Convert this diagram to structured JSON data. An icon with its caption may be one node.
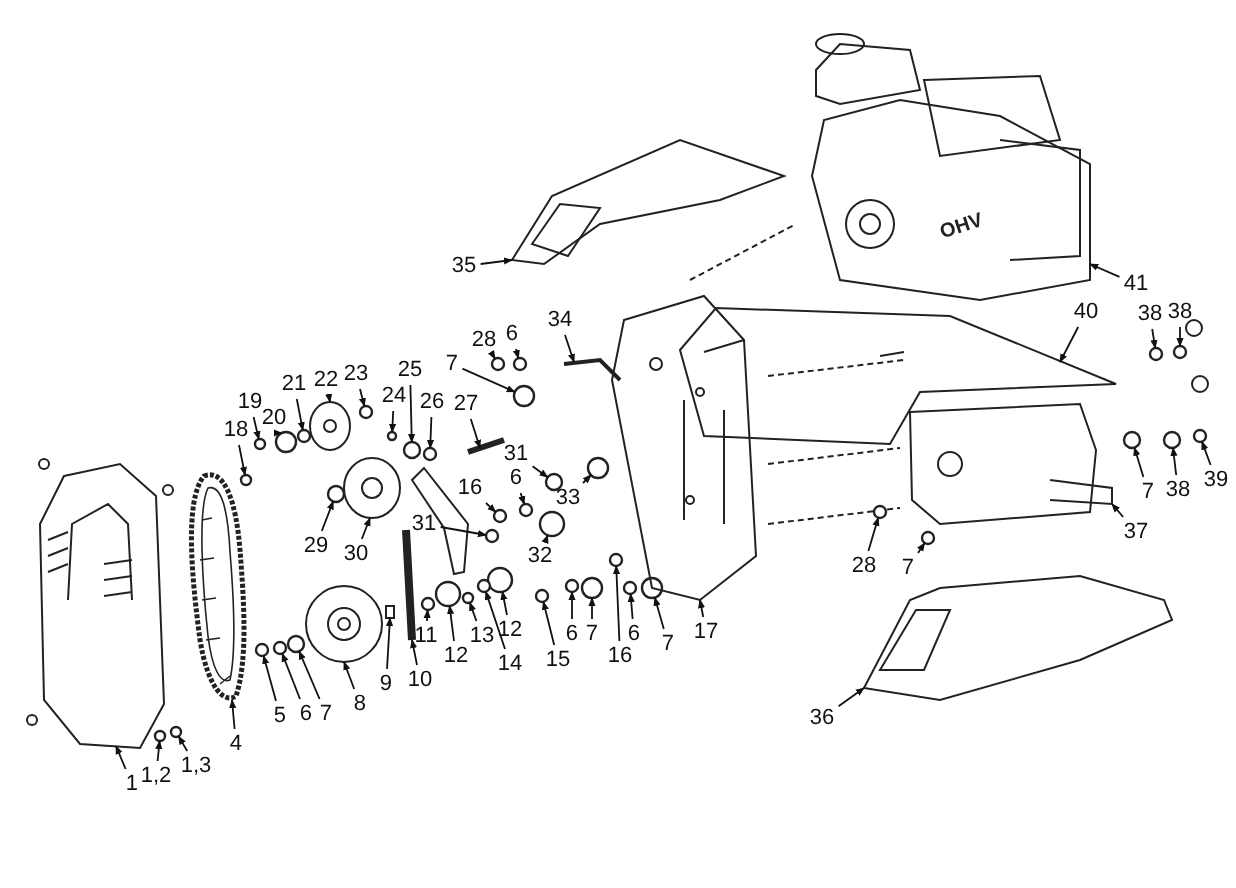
{
  "diagram": {
    "nodes": [
      {
        "text": [
          "35"
        ]
      },
      {
        "text": [
          "41"
        ]
      },
      {
        "text": [
          "34"
        ]
      },
      {
        "text": [
          "40"
        ]
      },
      {
        "text": [
          "38"
        ]
      },
      {
        "text": [
          "38"
        ]
      },
      {
        "text": [
          "28"
        ]
      },
      {
        "text": [
          "6"
        ]
      },
      {
        "text": [
          "7"
        ]
      },
      {
        "text": [
          "23"
        ]
      },
      {
        "text": [
          "21"
        ]
      },
      {
        "text": [
          "25"
        ]
      },
      {
        "text": [
          "19"
        ]
      },
      {
        "text": [
          "22"
        ]
      },
      {
        "text": [
          "24"
        ]
      },
      {
        "text": [
          "20"
        ]
      },
      {
        "text": [
          "27"
        ]
      },
      {
        "text": [
          "26"
        ]
      },
      {
        "text": [
          "18"
        ]
      },
      {
        "text": [
          "31"
        ]
      },
      {
        "text": [
          "16"
        ]
      },
      {
        "text": [
          "6"
        ]
      },
      {
        "text": [
          "33"
        ]
      },
      {
        "text": [
          "31"
        ]
      },
      {
        "text": [
          "29"
        ]
      },
      {
        "text": [
          "30"
        ]
      },
      {
        "text": [
          "32"
        ]
      },
      {
        "text": [
          "11"
        ]
      },
      {
        "text": [
          "12"
        ]
      },
      {
        "text": [
          "13"
        ]
      },
      {
        "text": [
          "12"
        ]
      },
      {
        "text": [
          "14"
        ]
      },
      {
        "text": [
          "15"
        ]
      },
      {
        "text": [
          "6"
        ]
      },
      {
        "text": [
          "7"
        ]
      },
      {
        "text": [
          "16"
        ]
      },
      {
        "text": [
          "6"
        ]
      },
      {
        "text": [
          "7"
        ]
      },
      {
        "text": [
          "17"
        ]
      },
      {
        "text": [
          "7"
        ]
      },
      {
        "text": [
          "38"
        ]
      },
      {
        "text": [
          "39"
        ]
      },
      {
        "text": [
          "37"
        ]
      },
      {
        "text": [
          "28"
        ]
      },
      {
        "text": [
          "7"
        ]
      },
      {
        "text": [
          "4"
        ]
      },
      {
        "text": [
          "5"
        ]
      },
      {
        "text": [
          "6"
        ]
      },
      {
        "text": [
          "7"
        ]
      },
      {
        "text": [
          "8"
        ]
      },
      {
        "text": [
          "9"
        ]
      },
      {
        "text": [
          "10"
        ]
      },
      {
        "text": [
          "36"
        ]
      },
      {
        "text": [
          "1,3"
        ]
      },
      {
        "text": [
          "1,2"
        ]
      },
      {
        "text": [
          "1"
        ]
      },
      {
        "text": [],
        "shape": "picture"
      },
      {
        "text": [],
        "shape": "picture"
      },
      {
        "text": [],
        "shape": "bar"
      },
      {
        "text": [],
        "shape": "picture"
      },
      {
        "text": [],
        "shape": "circle"
      },
      {
        "text": [],
        "shape": "circle"
      },
      {
        "text": [],
        "shape": "circle"
      },
      {
        "text": [],
        "shape": "circle"
      },
      {
        "text": [],
        "shape": "circle"
      },
      {
        "text": [],
        "shape": "circle"
      },
      {
        "text": [],
        "shape": "circle"
      },
      {
        "text": [],
        "shape": "circle"
      },
      {
        "text": [],
        "shape": "circle"
      },
      {
        "text": [],
        "shape": "picture"
      },
      {
        "text": [],
        "shape": "circle"
      },
      {
        "text": [],
        "shape": "circle"
      },
      {
        "text": [],
        "shape": "bar"
      },
      {
        "text": [],
        "shape": "circle"
      },
      {
        "text": [],
        "shape": "circle"
      },
      {
        "text": [],
        "shape": "circle"
      },
      {
        "text": [],
        "shape": "circle"
      },
      {
        "text": [],
        "shape": "circle"
      },
      {
        "text": [],
        "shape": "circle"
      },
      {
        "text": [],
        "shape": "circle"
      },
      {
        "text": [],
        "shape": "circle"
      },
      {
        "text": [],
        "shape": "picture"
      },
      {
        "text": [],
        "shape": "circle"
      },
      {
        "text": [],
        "shape": "circle"
      },
      {
        "text": [],
        "shape": "circle"
      },
      {
        "text": [],
        "shape": "circle"
      },
      {
        "text": [],
        "shape": "circle"
      },
      {
        "text": [],
        "shape": "circle"
      },
      {
        "text": [],
        "shape": "circle"
      },
      {
        "text": [],
        "shape": "circle"
      },
      {
        "text": [],
        "shape": "circle"
      },
      {
        "text": [],
        "shape": "circle"
      },
      {
        "text": [],
        "shape": "circle"
      },
      {
        "text": [],
        "shape": "circle"
      },
      {
        "text": [],
        "shape": "picture"
      },
      {
        "text": [],
        "shape": "circle"
      },
      {
        "text": [],
        "shape": "circle"
      },
      {
        "text": [],
        "shape": "circle"
      },
      {
        "text": [],
        "shape": "picture"
      },
      {
        "text": [],
        "shape": "circle"
      },
      {
        "text": [],
        "shape": "circle"
      },
      {
        "text": [],
        "shape": "picture"
      },
      {
        "text": [],
        "shape": "circle"
      },
      {
        "text": [],
        "shape": "circle"
      },
      {
        "text": [],
        "shape": "circle"
      },
      {
        "text": [],
        "shape": "picture"
      },
      {
        "text": [],
        "shape": "bar"
      },
      {
        "text": [],
        "shape": "bar"
      },
      {
        "text": [],
        "shape": "picture"
      },
      {
        "text": [],
        "shape": "circle"
      },
      {
        "text": [],
        "shape": "circle"
      },
      {
        "text": [],
        "shape": "picture"
      }
    ],
    "edges": [
      {
        "from": 0,
        "to": 56,
        "arrow": "to"
      },
      {
        "from": 1,
        "to": 57,
        "arrow": "to"
      },
      {
        "from": 2,
        "to": 58,
        "arrow": "to"
      },
      {
        "from": 3,
        "to": 59,
        "arrow": "to"
      },
      {
        "from": 4,
        "to": 60,
        "arrow": "to"
      },
      {
        "from": 5,
        "to": 61,
        "arrow": "to"
      },
      {
        "from": 6,
        "to": 62,
        "arrow": "to"
      },
      {
        "from": 7,
        "to": 63,
        "arrow": "to"
      },
      {
        "from": 8,
        "to": 64,
        "arrow": "to"
      },
      {
        "from": 9,
        "to": 65,
        "arrow": "to"
      },
      {
        "from": 10,
        "to": 66,
        "arrow": "to"
      },
      {
        "from": 11,
        "to": 67,
        "arrow": "to"
      },
      {
        "from": 12,
        "to": 68,
        "arrow": "to"
      },
      {
        "from": 13,
        "to": 69,
        "arrow": "to"
      },
      {
        "from": 14,
        "to": 70,
        "arrow": "to"
      },
      {
        "from": 15,
        "to": 71,
        "arrow": "to"
      },
      {
        "from": 16,
        "to": 72,
        "arrow": "to"
      },
      {
        "from": 17,
        "to": 73,
        "arrow": "to"
      },
      {
        "from": 18,
        "to": 74,
        "arrow": "to"
      },
      {
        "from": 19,
        "to": 75,
        "arrow": "to"
      },
      {
        "from": 20,
        "to": 76,
        "arrow": "to"
      },
      {
        "from": 21,
        "to": 77,
        "arrow": "to"
      },
      {
        "from": 22,
        "to": 78,
        "arrow": "to"
      },
      {
        "from": 23,
        "to": 79,
        "arrow": "to"
      },
      {
        "from": 24,
        "to": 80,
        "arrow": "to"
      },
      {
        "from": 25,
        "to": 81,
        "arrow": "to"
      },
      {
        "from": 26,
        "to": 82,
        "arrow": "to"
      },
      {
        "from": 27,
        "to": 83,
        "arrow": "to"
      },
      {
        "from": 28,
        "to": 84,
        "arrow": "to"
      },
      {
        "from": 29,
        "to": 85,
        "arrow": "to"
      },
      {
        "from": 30,
        "to": 86,
        "arrow": "to"
      },
      {
        "from": 31,
        "to": 87,
        "arrow": "to"
      },
      {
        "from": 32,
        "to": 88,
        "arrow": "to"
      },
      {
        "from": 33,
        "to": 89,
        "arrow": "to"
      },
      {
        "from": 34,
        "to": 90,
        "arrow": "to"
      },
      {
        "from": 35,
        "to": 91,
        "arrow": "to"
      },
      {
        "from": 36,
        "to": 92,
        "arrow": "to"
      },
      {
        "from": 37,
        "to": 93,
        "arrow": "to"
      },
      {
        "from": 38,
        "to": 94,
        "arrow": "to"
      },
      {
        "from": 39,
        "to": 95,
        "arrow": "to"
      },
      {
        "from": 40,
        "to": 96,
        "arrow": "to"
      },
      {
        "from": 41,
        "to": 97,
        "arrow": "to"
      },
      {
        "from": 42,
        "to": 98,
        "arrow": "to"
      },
      {
        "from": 43,
        "to": 99,
        "arrow": "to"
      },
      {
        "from": 44,
        "to": 100,
        "arrow": "to"
      },
      {
        "from": 45,
        "to": 101,
        "arrow": "to"
      },
      {
        "from": 46,
        "to": 102,
        "arrow": "to"
      },
      {
        "from": 47,
        "to": 103,
        "arrow": "to"
      },
      {
        "from": 48,
        "to": 104,
        "arrow": "to"
      },
      {
        "from": 49,
        "to": 105,
        "arrow": "to"
      },
      {
        "from": 50,
        "to": 106,
        "arrow": "to"
      },
      {
        "from": 51,
        "to": 107,
        "arrow": "to"
      },
      {
        "from": 52,
        "to": 108,
        "arrow": "to"
      },
      {
        "from": 53,
        "to": 109,
        "arrow": "to"
      },
      {
        "from": 54,
        "to": 110,
        "arrow": "to"
      },
      {
        "from": 55,
        "to": 111,
        "arrow": "to"
      }
    ],
    "labels": [
      "OHV"
    ]
  }
}
